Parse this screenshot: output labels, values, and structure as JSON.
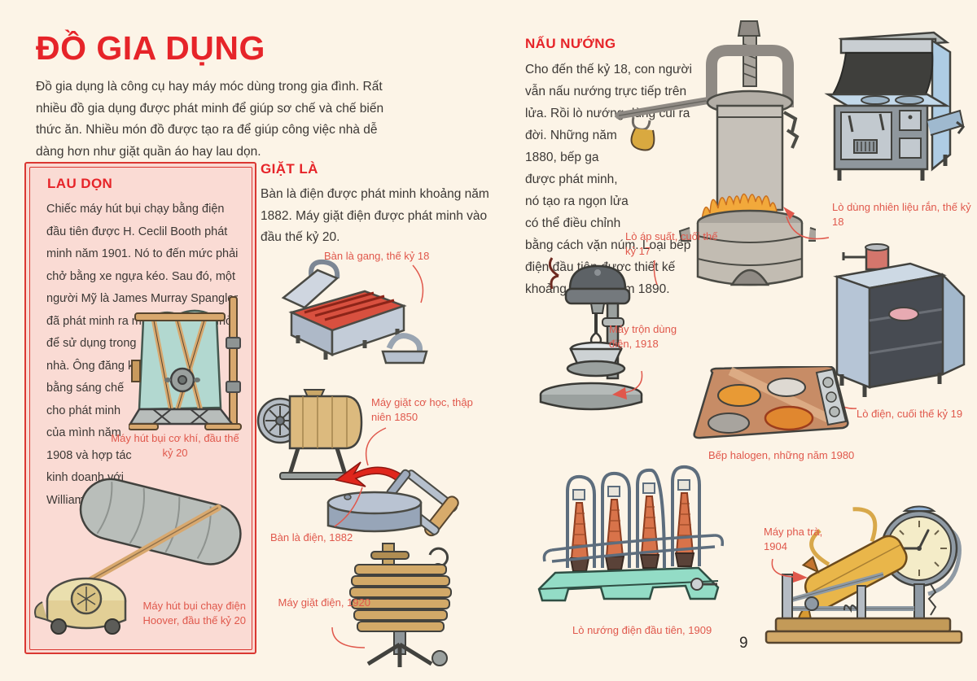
{
  "page": {
    "title": "ĐỒ GIA DỤNG",
    "intro": "Đồ gia dụng là công cụ hay máy móc dùng trong gia đình. Rất nhiều đồ gia dụng được phát minh để giúp sơ chế và chế biến thức ăn. Nhiều món đồ được tạo ra để giúp công việc nhà dễ dàng hơn như giặt quần áo hay lau dọn.",
    "page_number": "9"
  },
  "sections": {
    "cleaning": {
      "heading": "LAU DỌN",
      "body": "Chiếc máy hút bụi chạy bằng điện đầu tiên được H. Ceclil Booth phát minh năm 1901. Nó to đến mức phải chở bằng xe ngựa kéo. Sau đó, một người Mỹ là James Murray Spangler đã phát minh ra máy hút bụi đủ nhỏ để sử dụng trong nhà. Ông đăng ký bằng sáng chế cho phát minh của mình năm 1908 và hợp tác kinh doanh với William Hoover.",
      "captions": {
        "mechanical_vacuum": "Máy hút bụi cơ khí, đầu thế kỷ 20",
        "hoover_vacuum": "Máy hút bụi chạy điện Hoover, đầu thế kỷ 20"
      }
    },
    "laundry": {
      "heading": "GIẶT LÀ",
      "body": "Bàn là điện được phát minh khoảng năm 1882. Máy giặt điện được phát minh vào đầu thế kỷ 20.",
      "captions": {
        "cast_iron_iron": "Bàn là gang, thế kỷ 18",
        "mechanical_washer": "Máy giặt cơ học, thập niên 1850",
        "electric_iron": "Bàn là điện, 1882",
        "electric_washer": "Máy giặt điện, 1920"
      }
    },
    "cooking": {
      "heading": "NẤU NƯỚNG",
      "body": "Cho đến thế kỷ 18, con người vẫn nấu nướng trực tiếp trên lửa. Rồi lò nướng dùng củi ra đời. Những năm 1880, bếp ga được phát minh, nó tạo ra ngọn lửa có thể điều chỉnh bằng cách vặn núm. Loại bếp điện đầu tiên được thiết kế khoảng những năm 1890.",
      "captions": {
        "pressure_oven": "Lò áp suất, cuối thế kỷ 17",
        "solid_fuel_stove": "Lò dùng nhiên liệu rắn, thế kỷ 18",
        "electric_mixer": "Máy trộn dùng điện, 1918",
        "electric_oven": "Lò điện, cuối thế kỷ 19",
        "halogen_hob": "Bếp halogen, những năm 1980",
        "tea_maker": "Máy pha trà, 1904",
        "first_electric_toaster": "Lò nướng điện đầu tiên, 1909"
      }
    }
  },
  "colors": {
    "accent_red": "#e62429",
    "caption_red": "#e0584c",
    "box_background": "#fadbd4",
    "box_border": "#da3832",
    "page_background": "#fcf4e7",
    "body_text": "#3c3835"
  }
}
